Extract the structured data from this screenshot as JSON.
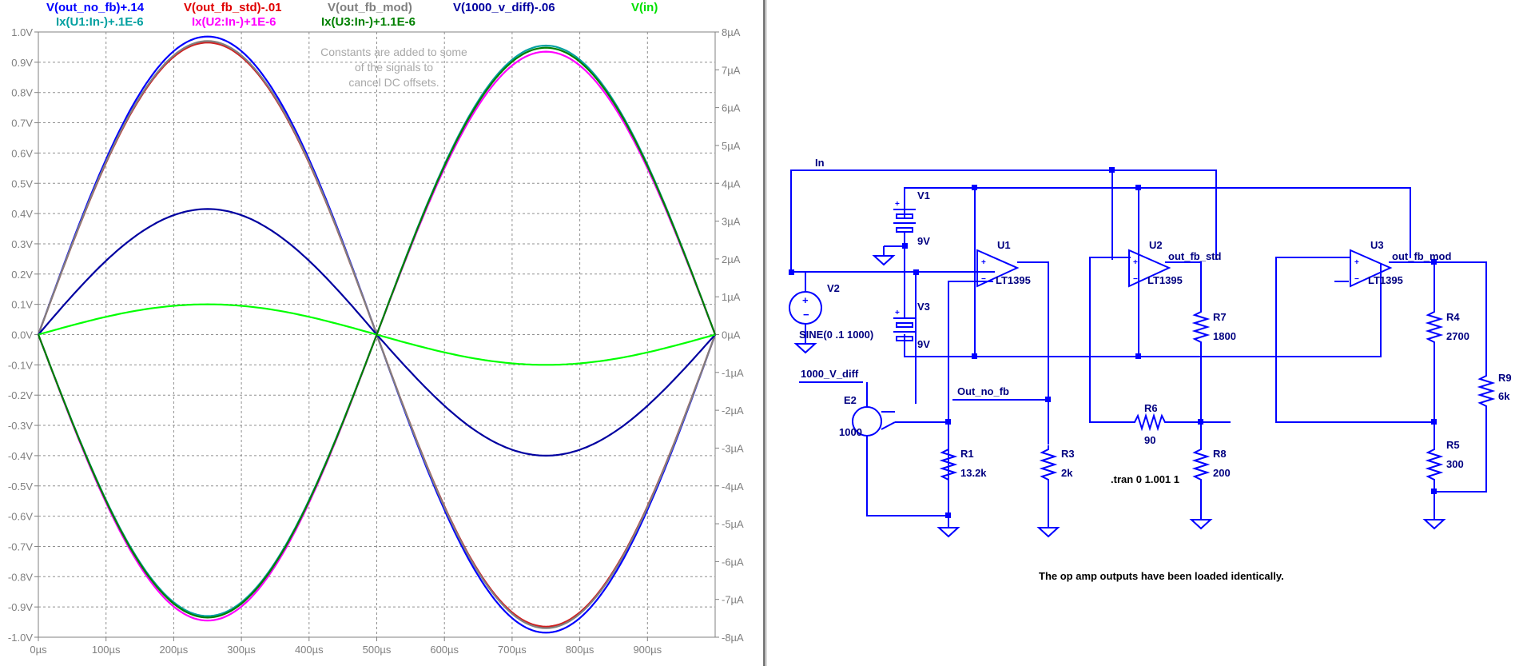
{
  "waveform": {
    "legend": [
      {
        "label": "V(out_no_fb)+.14",
        "color": "#0000ff"
      },
      {
        "label": "V(out_fb_std)-.01",
        "color": "#e00000"
      },
      {
        "label": "V(out_fb_mod)",
        "color": "#808080"
      },
      {
        "label": "V(1000_v_diff)-.06",
        "color": "#0000a0"
      },
      {
        "label": "V(in)",
        "color": "#00ff00"
      },
      {
        "label": "Ix(U1:In-)+.1E-6",
        "color": "#00a0a0"
      },
      {
        "label": "Ix(U2:In-)+1E-6",
        "color": "#ff00ff"
      },
      {
        "label": "Ix(U3:In-)+1.1E-6",
        "color": "#008000"
      }
    ],
    "annotation": [
      "Constants are added to some",
      "of the signals to",
      "cancel DC offsets."
    ]
  },
  "chart_data": {
    "type": "line",
    "x_axis": {
      "unit": "µs",
      "range": [
        0,
        1000
      ],
      "ticks": [
        "0µs",
        "100µs",
        "200µs",
        "300µs",
        "400µs",
        "500µs",
        "600µs",
        "700µs",
        "800µs",
        "900µs"
      ],
      "tick_values": [
        0,
        100,
        200,
        300,
        400,
        500,
        600,
        700,
        800,
        900
      ]
    },
    "y_left": {
      "range": [
        -1.0,
        1.0
      ],
      "ticks": [
        "1.0V",
        "0.9V",
        "0.8V",
        "0.7V",
        "0.6V",
        "0.5V",
        "0.4V",
        "0.3V",
        "0.2V",
        "0.1V",
        "0.0V",
        "-0.1V",
        "-0.2V",
        "-0.3V",
        "-0.4V",
        "-0.5V",
        "-0.6V",
        "-0.7V",
        "-0.8V",
        "-0.9V",
        "-1.0V"
      ]
    },
    "y_right": {
      "range": [
        -8,
        8
      ],
      "ticks": [
        "8µA",
        "7µA",
        "6µA",
        "5µA",
        "4µA",
        "3µA",
        "2µA",
        "1µA",
        "0µA",
        "-1µA",
        "-2µA",
        "-3µA",
        "-4µA",
        "-5µA",
        "-6µA",
        "-7µA",
        "-8µA"
      ]
    },
    "grid": true,
    "series": [
      {
        "name": "V(out_no_fb)+.14",
        "color": "#0000ff",
        "amplitude": 0.985,
        "phase": 1
      },
      {
        "name": "V(out_fb_std)-.01",
        "color": "#d02020",
        "amplitude": 0.965,
        "phase": 1
      },
      {
        "name": "V(out_fb_mod)",
        "color": "#808080",
        "amplitude": 0.97,
        "phase": 1
      },
      {
        "name": "V(1000_v_diff)-.06",
        "color": "#0000a0",
        "amplitude_pos": 0.415,
        "amplitude_neg": 0.4,
        "phase": 1
      },
      {
        "name": "V(in)",
        "color": "#00ff00",
        "amplitude": 0.1,
        "phase": 1
      },
      {
        "name": "Ix(U1:In-)+.1E-6",
        "color": "#00a0a0",
        "amplitude_pos": 0.955,
        "amplitude_neg": 0.93,
        "phase": -1
      },
      {
        "name": "Ix(U2:In-)+1E-6",
        "color": "#ff00ff",
        "amplitude_pos": 0.935,
        "amplitude_neg": 0.945,
        "phase": -1
      },
      {
        "name": "Ix(U3:In-)+1.1E-6",
        "color": "#008000",
        "amplitude_pos": 0.948,
        "amplitude_neg": 0.935,
        "phase": -1
      }
    ]
  },
  "schematic": {
    "labels": {
      "in": "In",
      "v1": "V1",
      "v1_val": "9V",
      "v2": "V2",
      "v2_val": "SINE(0 .1 1000)",
      "v3": "V3",
      "v3_val": "9V",
      "u1": "U1",
      "u1_model": "LT1395",
      "u2": "U2",
      "u2_model": "LT1395",
      "u3": "U3",
      "u3_model": "LT1395",
      "out_fb_std": "out_fb_std",
      "out_fb_mod": "out_fb_mod",
      "out_no_fb": "Out_no_fb",
      "vdiff": "1000_V_diff",
      "e2": "E2",
      "e2_val": "1000",
      "r1": "R1",
      "r1_val": "13.2k",
      "r3": "R3",
      "r3_val": "2k",
      "r4": "R4",
      "r4_val": "2700",
      "r5": "R5",
      "r5_val": "300",
      "r6": "R6",
      "r6_val": "90",
      "r7": "R7",
      "r7_val": "1800",
      "r8": "R8",
      "r8_val": "200",
      "r9": "R9",
      "r9_val": "6k",
      "tran": ".tran 0 1.001 1",
      "note": "The op amp outputs have been loaded identically."
    }
  }
}
